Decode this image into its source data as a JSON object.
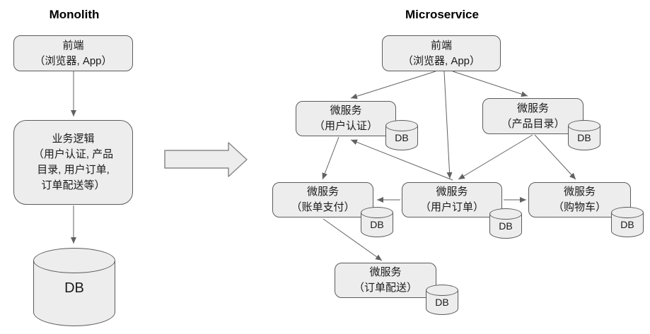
{
  "monolith": {
    "title": "Monolith",
    "frontend": {
      "label": "前端",
      "sublabel": "（浏览器, App）"
    },
    "logic": {
      "label": "业务逻辑",
      "lines": [
        "（用户认证, 产品",
        "目录, 用户订单,",
        "订单配送等）"
      ]
    },
    "db_label": "DB",
    "edges": [
      {
        "from": "frontend",
        "to": "logic"
      },
      {
        "from": "logic",
        "to": "db"
      }
    ]
  },
  "microservice": {
    "title": "Microservice",
    "frontend": {
      "label": "前端",
      "sublabel": "（浏览器, App）"
    },
    "services": [
      {
        "id": "auth",
        "label": "微服务",
        "sublabel": "（用户认证）",
        "db": "DB"
      },
      {
        "id": "catalog",
        "label": "微服务",
        "sublabel": "（产品目录）",
        "db": "DB"
      },
      {
        "id": "billing",
        "label": "微服务",
        "sublabel": "（账单支付）",
        "db": "DB"
      },
      {
        "id": "order",
        "label": "微服务",
        "sublabel": "（用户订单）",
        "db": "DB"
      },
      {
        "id": "cart",
        "label": "微服务",
        "sublabel": "（购物车）",
        "db": "DB"
      },
      {
        "id": "delivery",
        "label": "微服务",
        "sublabel": "（订单配送）",
        "db": "DB"
      }
    ],
    "edges": [
      {
        "from": "frontend",
        "to": "auth"
      },
      {
        "from": "frontend",
        "to": "order"
      },
      {
        "from": "frontend",
        "to": "catalog"
      },
      {
        "from": "catalog",
        "to": "order"
      },
      {
        "from": "catalog",
        "to": "cart"
      },
      {
        "from": "order",
        "to": "auth"
      },
      {
        "from": "auth",
        "to": "billing"
      },
      {
        "from": "order",
        "to": "billing"
      },
      {
        "from": "order",
        "to": "cart"
      },
      {
        "from": "billing",
        "to": "delivery"
      }
    ]
  },
  "transition": {
    "shape": "block-arrow-right"
  },
  "colors": {
    "node_fill": "#ededed",
    "node_border": "#5b5b5b",
    "edge": "#616161",
    "text": "#1a1a1a"
  }
}
